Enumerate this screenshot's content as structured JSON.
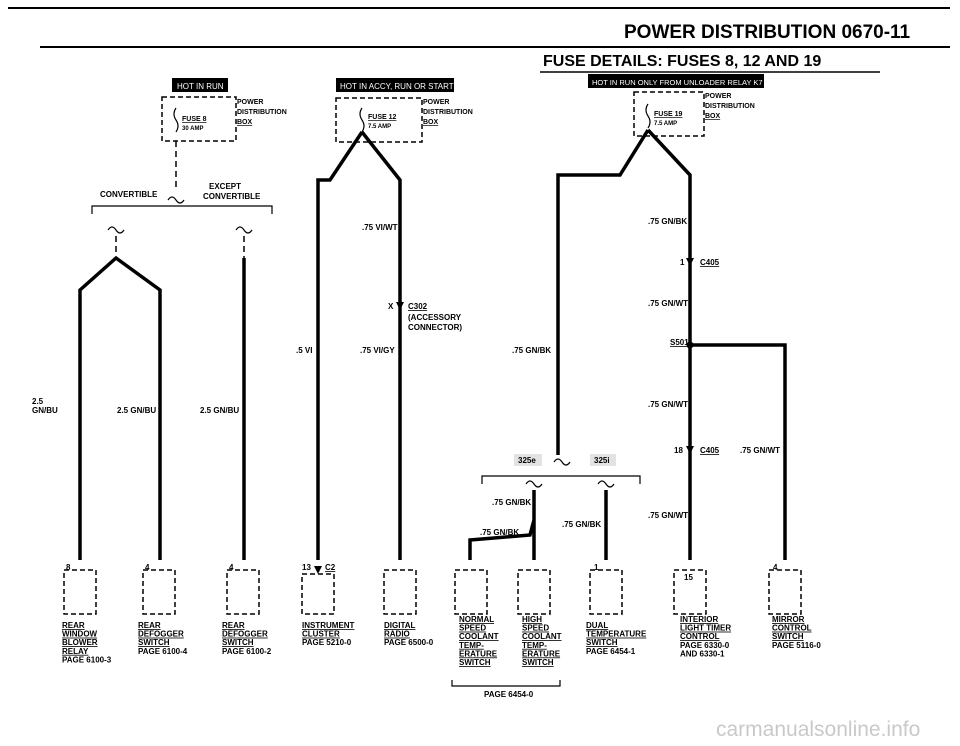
{
  "header": {
    "title": "POWER DISTRIBUTION 0670-11",
    "subtitle": "FUSE DETAILS: FUSES 8, 12 AND 19"
  },
  "banners": [
    {
      "id": "run",
      "text": "HOT IN RUN"
    },
    {
      "id": "accy",
      "text": "HOT IN ACCY, RUN OR START"
    },
    {
      "id": "unloader",
      "text": "HOT IN RUN ONLY FROM UNLOADER RELAY K7"
    }
  ],
  "fuses": [
    {
      "id": "fuse8",
      "name": "FUSE 8",
      "rating": "30 AMP",
      "box_line1": "POWER",
      "box_line2": "DISTRIBUTION",
      "box_line3": "BOX"
    },
    {
      "id": "fuse12",
      "name": "FUSE 12",
      "rating": "7.5 AMP",
      "box_line1": "POWER",
      "box_line2": "DISTRIBUTION",
      "box_line3": "BOX"
    },
    {
      "id": "fuse19",
      "name": "FUSE 19",
      "rating": "7.5 AMP",
      "box_line1": "POWER",
      "box_line2": "DISTRIBUTION",
      "box_line3": "BOX"
    }
  ],
  "variants": {
    "convertible": "CONVERTIBLE",
    "except1": "EXCEPT",
    "except2": "CONVERTIBLE"
  },
  "wires": {
    "w_25gnbu_a": "2.5",
    "w_25gnbu_b": "GN/BU",
    "w_25gnbu_c": "2.5 GN/BU",
    "w_25gnbu_d": "2.5 GN/BU",
    "w_5vi": ".5 VI",
    "w_75viwt": ".75 VI/WT",
    "w_75vigy": ".75 VI/GY",
    "w_75gnbk_a": ".75 GN/BK",
    "w_75gnbk_b": ".75 GN/BK",
    "w_75gnbk_c": ".75 GN/BK",
    "w_75gnbk_d": ".75 GN/BK",
    "w_75gnbk_top": ".75 GN/BK",
    "w_75gnwt_a": ".75 GN/WT",
    "w_75gnwt_b": ".75 GN/WT",
    "w_75gnwt_c": ".75 GN/WT",
    "w_75gnwt_d": ".75 GN/WT"
  },
  "connectors": {
    "c302_pin": "X",
    "c302": "C302",
    "c302_desc1": "(ACCESSORY",
    "c302_desc2": "CONNECTOR)",
    "c405_pin": "1",
    "c405": "C405",
    "s501": "S501",
    "c405b_pin": "18",
    "c405b": "C405",
    "c2_pin": "13",
    "c2": "C2",
    "v325e": "325e",
    "v325i": "325i"
  },
  "pins": {
    "p8": "8",
    "p4a": "4",
    "p4b": "4",
    "p1": "1",
    "p15": "15",
    "p4c": "4"
  },
  "components": [
    {
      "id": "c1",
      "lines": [
        "REAR",
        "WINDOW",
        "BLOWER",
        "RELAY"
      ],
      "page": "PAGE 6100-3"
    },
    {
      "id": "c2",
      "lines": [
        "REAR",
        "DEFOGGER",
        "SWITCH"
      ],
      "page": "PAGE 6100-4"
    },
    {
      "id": "c3",
      "lines": [
        "REAR",
        "DEFOGGER",
        "SWITCH"
      ],
      "page": "PAGE 6100-2"
    },
    {
      "id": "c4",
      "lines": [
        "INSTRUMENT",
        "CLUSTER"
      ],
      "page": "PAGE 5210-0"
    },
    {
      "id": "c5",
      "lines": [
        "DIGITAL",
        "RADIO"
      ],
      "page": "PAGE 6500-0"
    },
    {
      "id": "c6",
      "lines": [
        "NORMAL",
        "SPEED",
        "COOLANT",
        "TEMP-",
        "ERATURE",
        "SWITCH"
      ],
      "page": ""
    },
    {
      "id": "c7",
      "lines": [
        "HIGH",
        "SPEED",
        "COOLANT",
        "TEMP-",
        "ERATURE",
        "SWITCH"
      ],
      "page": ""
    },
    {
      "id": "c8",
      "lines": [
        "DUAL",
        "TEMPERATURE",
        "SWITCH"
      ],
      "page": "PAGE 6454-1"
    },
    {
      "id": "c9",
      "lines": [
        "INTERIOR",
        "LIGHT TIMER",
        "CONTROL"
      ],
      "page": "PAGE 6330-0",
      "page2": "AND 6330-1"
    },
    {
      "id": "c10",
      "lines": [
        "MIRROR",
        "CONTROL",
        "SWITCH"
      ],
      "page": "PAGE 5116-0"
    }
  ],
  "shared_page": "PAGE 6454-0",
  "watermark": "carmanualsonline.info"
}
